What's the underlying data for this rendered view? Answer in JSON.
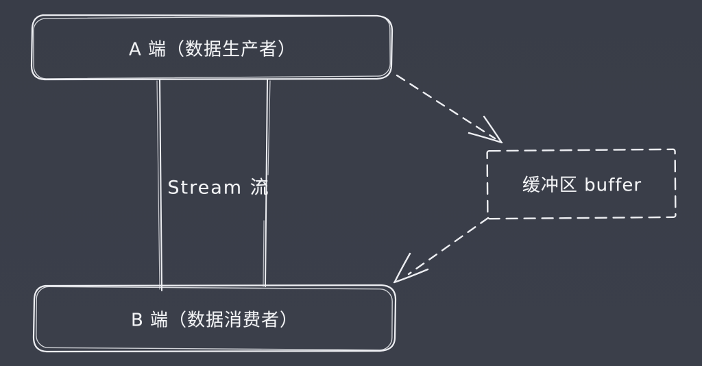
{
  "colors": {
    "background": "#3a3e49",
    "stroke": "#edeef2",
    "text": "#f3f4f6"
  },
  "diagram": {
    "producer_box": {
      "label": "A 端（数据生产者）"
    },
    "consumer_box": {
      "label": "B 端（数据消费者）"
    },
    "stream": {
      "label": "Stream 流"
    },
    "buffer_box": {
      "label": "缓冲区 buffer"
    }
  }
}
